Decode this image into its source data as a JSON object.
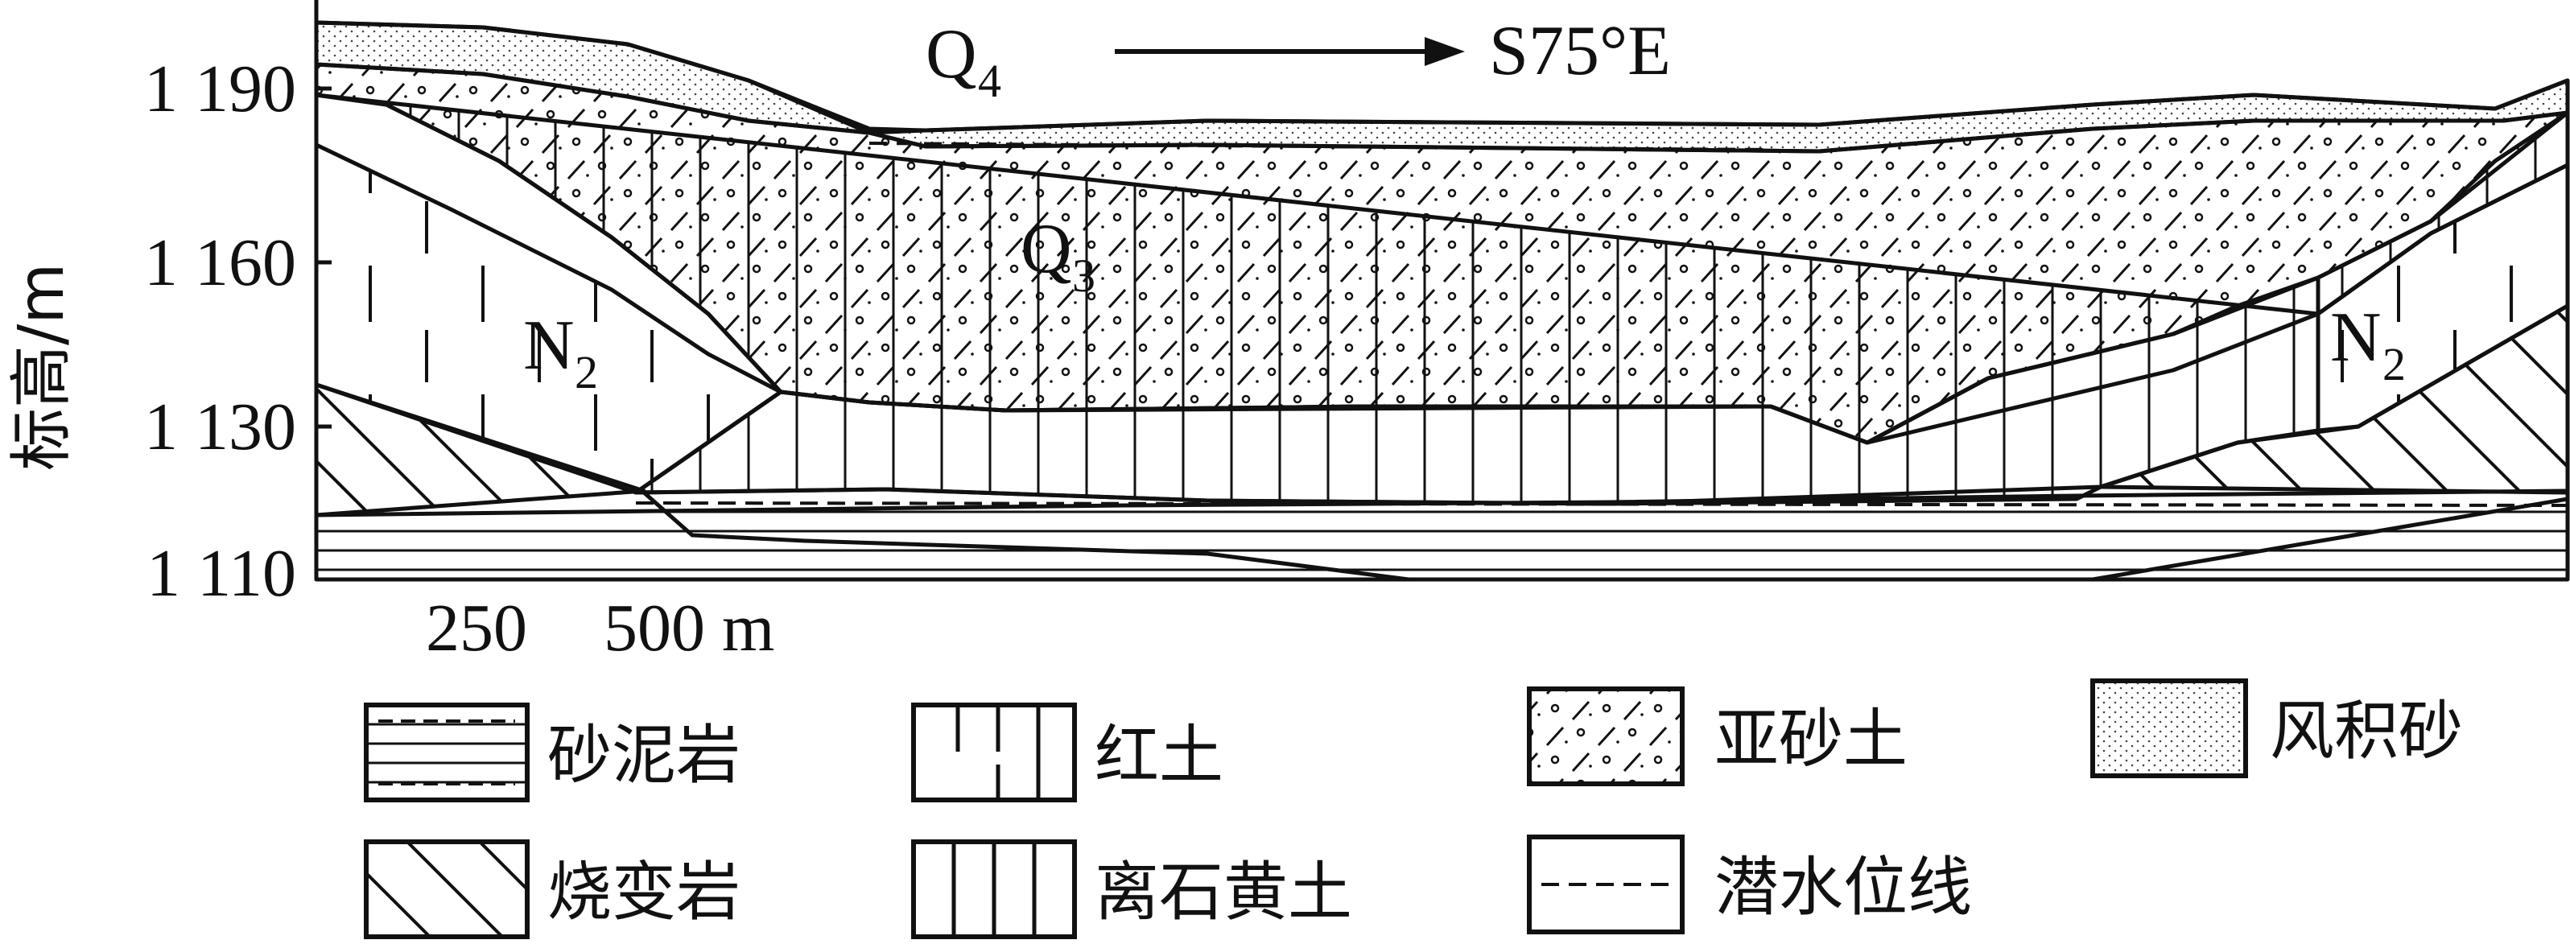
{
  "axis": {
    "y_label": "标高/m",
    "y_ticks": [
      "1 190",
      "1 160",
      "1 130",
      "1 110"
    ],
    "x_ticks": [
      "250",
      "500 m"
    ]
  },
  "labels": {
    "q4": "Q",
    "q4_sub": "4",
    "direction": "S75°E",
    "q3": "Q",
    "q3_sub": "3",
    "n2_left": "N",
    "n2_left_sub": "2",
    "n2_right": "N",
    "n2_right_sub": "2"
  },
  "legend": [
    {
      "key": "sandstone-mudstone",
      "label": "砂泥岩"
    },
    {
      "key": "red-soil",
      "label": "红土"
    },
    {
      "key": "sandy-loam",
      "label": "亚砂土"
    },
    {
      "key": "aeolian-sand",
      "label": "风积砂"
    },
    {
      "key": "burnt-rock",
      "label": "烧变岩"
    },
    {
      "key": "lishi-loess",
      "label": "离石黄土"
    },
    {
      "key": "water-table",
      "label": "潜水位线"
    }
  ]
}
